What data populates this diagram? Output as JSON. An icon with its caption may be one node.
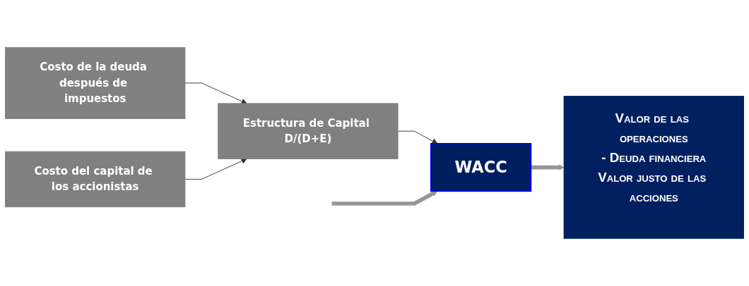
{
  "diagram": {
    "nodes": [
      {
        "text": [
          "Costo de la deuda después de impuestos"
        ]
      },
      {
        "text": [
          "Costo del capital de los accionistas"
        ]
      },
      {
        "text": [
          "Estructura de Capital D/(D+E)"
        ]
      },
      {
        "text": [
          "WACC"
        ]
      },
      {
        "text": [
          "Valor de las operaciones",
          "- Deuda financiera",
          "Valor justo de las acciones"
        ]
      }
    ],
    "edges": [
      {
        "from": 0,
        "to": 2,
        "arrow": "to"
      },
      {
        "from": 1,
        "to": 2,
        "arrow": "to"
      },
      {
        "from": 2,
        "to": 3,
        "arrow": "to"
      },
      {
        "from": null,
        "to": 3,
        "arrow": "to",
        "style": "thick",
        "color": "#969696"
      },
      {
        "from": 3,
        "to": 4,
        "arrow": "to",
        "style": "thick",
        "color": "#969696"
      }
    ]
  }
}
